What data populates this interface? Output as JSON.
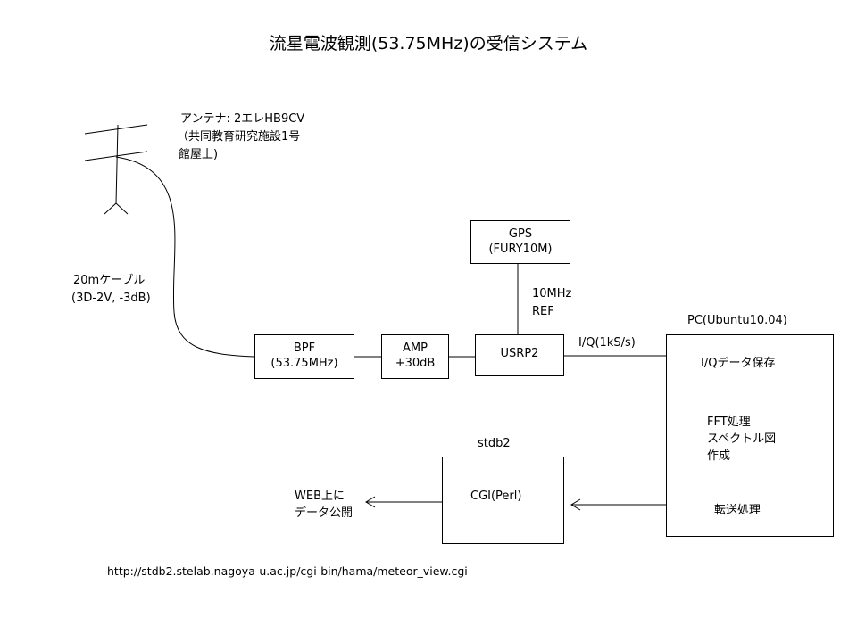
{
  "title": "流星電波観測(53.75MHz)の受信システム",
  "antenna": {
    "label_line1": "アンテナ: 2エレHB9CV",
    "label_line2": "（共同教育研究施設1号",
    "label_line3": "館屋上)"
  },
  "cable": {
    "line1": "20mケーブル",
    "line2": "(3D-2V, -3dB)"
  },
  "bpf": {
    "line1": "BPF",
    "line2": "(53.75MHz)"
  },
  "amp": {
    "line1": "AMP",
    "line2": "+30dB"
  },
  "usrp": {
    "label": "USRP2"
  },
  "gps": {
    "line1": "GPS",
    "line2": "(FURY10M)"
  },
  "ref": {
    "line1": "10MHz",
    "line2": "REF"
  },
  "iq_link": {
    "label": "I/Q(1kS/s)"
  },
  "pc": {
    "title": "PC(Ubuntu10.04)",
    "step1": "I/Qデータ保存",
    "step2_line1": "FFT処理",
    "step2_line2": "スペクトル図",
    "step2_line3": "作成",
    "step3": "転送処理"
  },
  "server": {
    "title": "stdb2",
    "label": "CGI(Perl)"
  },
  "web": {
    "line1": "WEB上に",
    "line2": "データ公開"
  },
  "url": "http://stdb2.stelab.nagoya-u.ac.jp/cgi-bin/hama/meteor_view.cgi"
}
